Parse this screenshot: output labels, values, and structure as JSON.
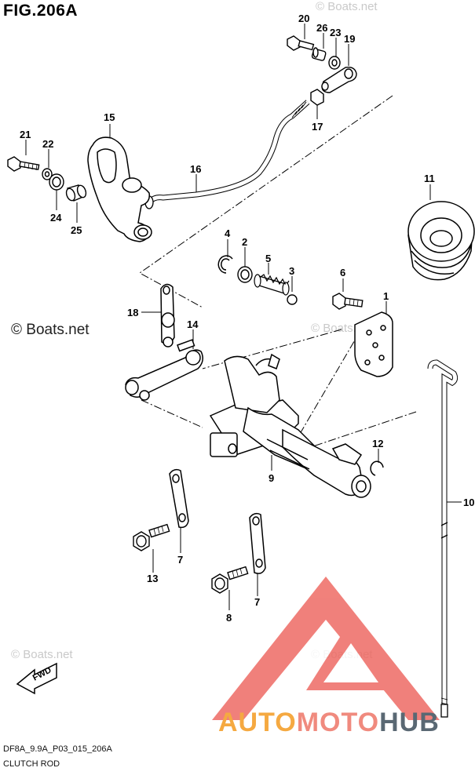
{
  "figure": {
    "title": "FIG.206A",
    "code": "DF8A_9.9A_P03_015_206A",
    "name": "CLUTCH ROD"
  },
  "watermarks": {
    "main": "© Boats.net",
    "faint": "© Boats.net"
  },
  "brand": {
    "part1": "AUTO",
    "part2": "MOTO",
    "part3": "HUB",
    "colors": {
      "auto": "#f5a941",
      "moto": "#f08a7e",
      "hub": "#5a6873",
      "logo": "#ee6b64"
    }
  },
  "fwd_label": "FWD",
  "callouts": [
    "20",
    "26",
    "23",
    "19",
    "17",
    "15",
    "16",
    "21",
    "22",
    "24",
    "25",
    "11",
    "4",
    "2",
    "5",
    "3",
    "6",
    "1",
    "18",
    "14",
    "9",
    "12",
    "10",
    "7",
    "13",
    "8",
    "7"
  ]
}
